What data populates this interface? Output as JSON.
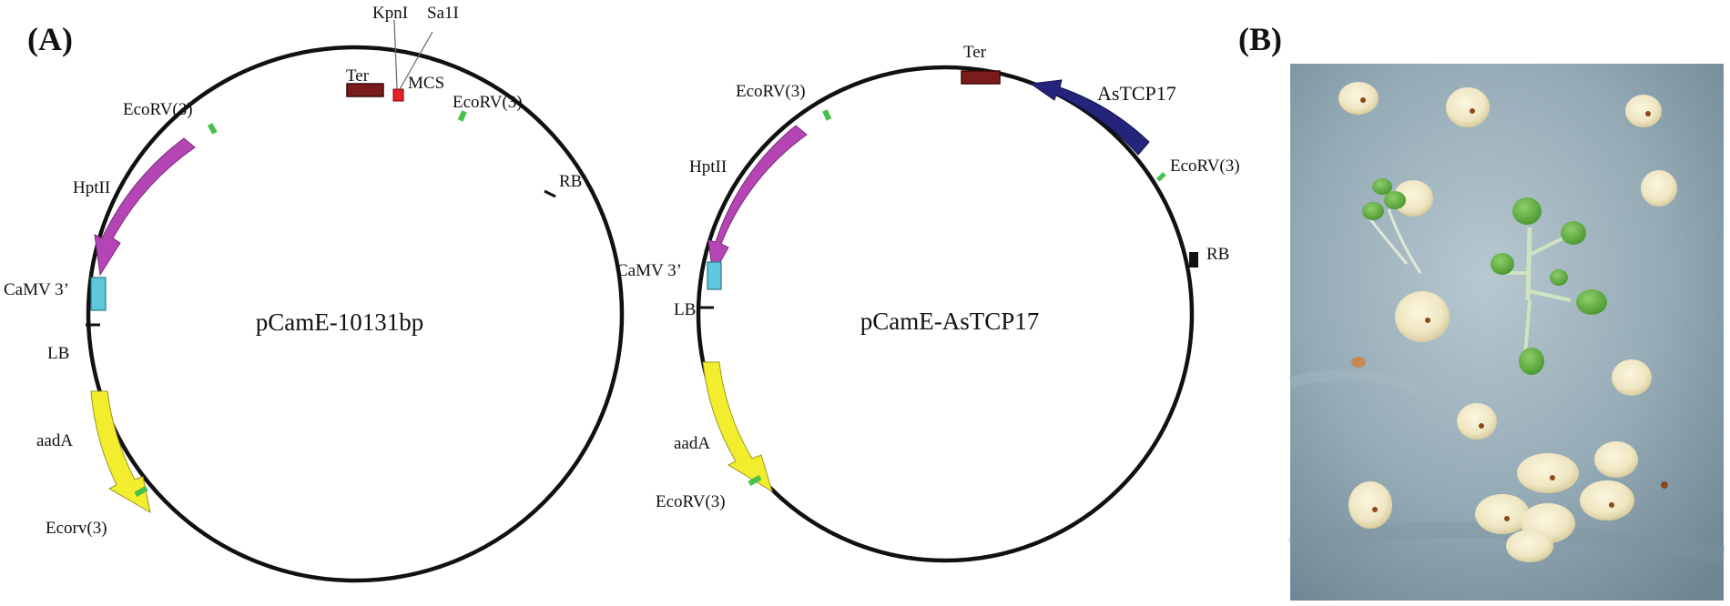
{
  "panels": {
    "a_label": "(A)",
    "b_label": "(B)"
  },
  "map1": {
    "title": "pCamE-10131bp",
    "features": {
      "ter": "Ter",
      "kpni": "KpnI",
      "sali": "Sa1I",
      "mcs": "MCS",
      "ecorv_top": "EcoRV(3)",
      "ecorv_right": "EcoRV(3)",
      "rb": "RB",
      "hptii": "HptII",
      "camv": "CaMV 3’",
      "lb": "LB",
      "aada": "aadA",
      "ecorv_bottom": "Ecorv(3)"
    }
  },
  "map2": {
    "title": "pCamE-AsTCP17",
    "features": {
      "ter": "Ter",
      "astcp17": "AsTCP17",
      "ecorv_top": "EcoRV(3)",
      "ecorv_right": "EcoRV(3)",
      "rb": "RB",
      "hptii": "HptII",
      "camv": "CaMV 3’",
      "lb": "LB",
      "aada": "aadA",
      "ecorv_bottom": "EcoRV(3)"
    }
  },
  "colors": {
    "ter": "#7a1c1c",
    "mcs": "#e8202a",
    "ecorv": "#44c24a",
    "hptii": "#b545b5",
    "camv": "#5ec8dc",
    "aada": "#f2ee2e",
    "astcp17": "#24257a",
    "plate_bg": "#8fa6b2"
  }
}
